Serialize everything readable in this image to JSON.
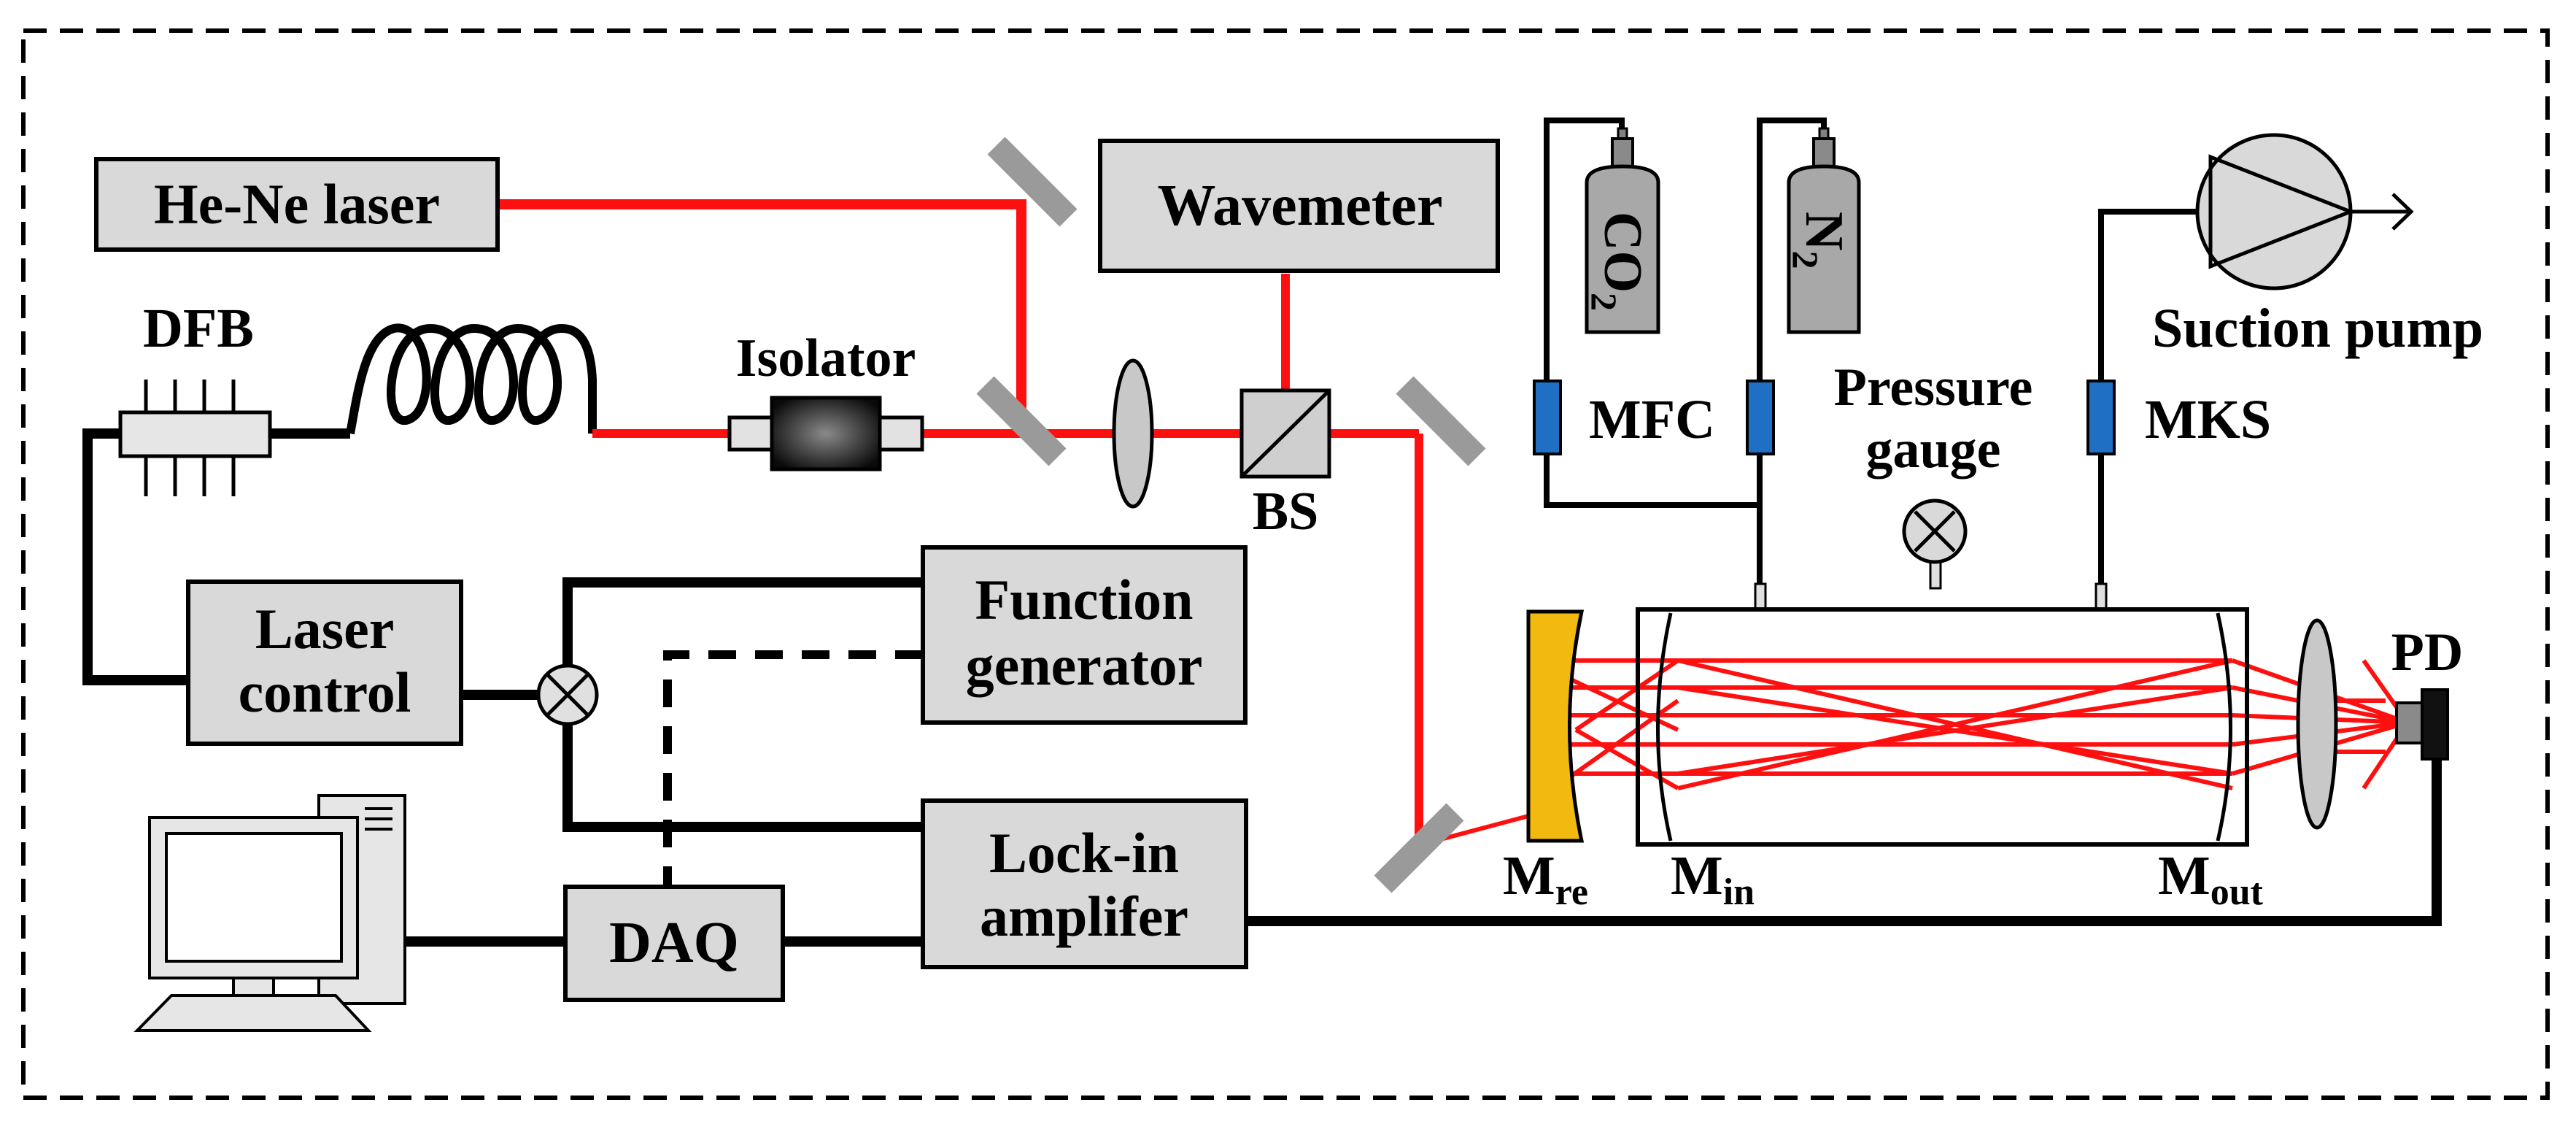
{
  "colors": {
    "beam": "#ff1010",
    "box_fill": "#d9d9d9",
    "mfc_blue": "#1f6fc4",
    "mirror_gold": "#f2b90f",
    "mirror_gray": "#9a9a9a"
  },
  "labels": {
    "hene": "He-Ne laser",
    "wavemeter": "Wavemeter",
    "dfb": "DFB",
    "isolator": "Isolator",
    "bs": "BS",
    "laser_control_1": "Laser",
    "laser_control_2": "control",
    "function_gen_1": "Function",
    "function_gen_2": "generator",
    "lockin_1": "Lock-in",
    "lockin_2": "amplifer",
    "daq": "DAQ",
    "co2_base": "CO",
    "co2_sub": "2",
    "n2_base": "N",
    "n2_sub": "2",
    "mfc": "MFC",
    "mks": "MKS",
    "pressure_1": "Pressure",
    "pressure_2": "gauge",
    "suction_pump": "Suction pump",
    "pd": "PD",
    "m_re_base": "M",
    "m_re_sub": "re",
    "m_in_base": "M",
    "m_in_sub": "in",
    "m_out_base": "M",
    "m_out_sub": "out"
  }
}
